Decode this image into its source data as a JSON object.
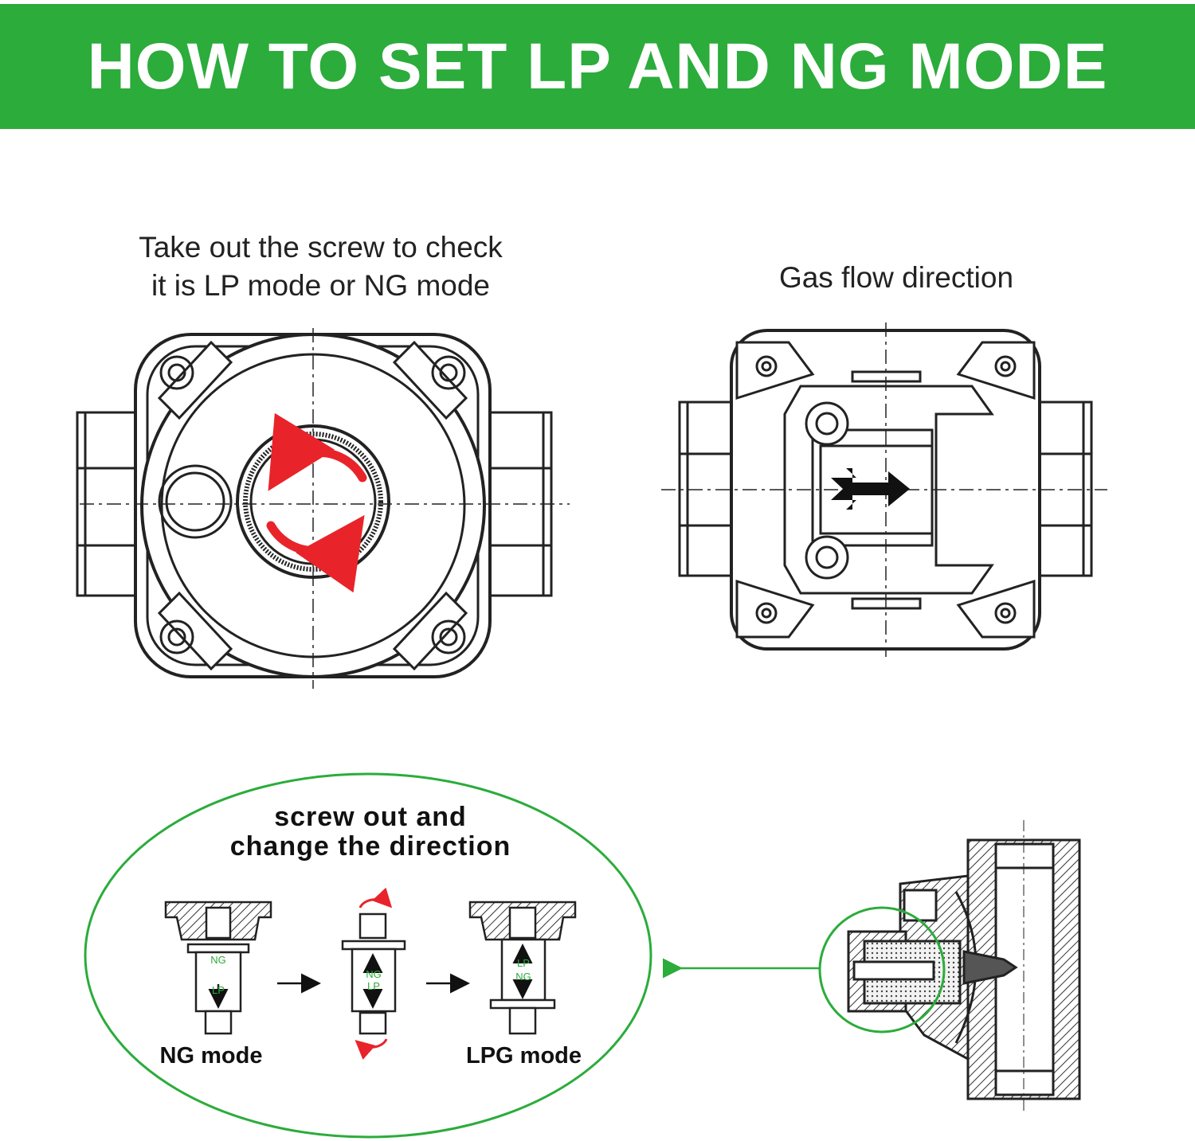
{
  "header": {
    "title": "HOW TO SET LP AND NG MODE",
    "bg_color": "#2bac3b"
  },
  "top_left": {
    "caption_line1": "Take out the screw to check",
    "caption_line2": "it is LP mode or NG mode"
  },
  "top_right": {
    "caption": "Gas flow direction"
  },
  "detail": {
    "title_line1": "screw out and",
    "title_line2": "change the direction",
    "ng_mode_label": "NG mode",
    "lpg_mode_label": "LPG mode",
    "tag_ng": "NG",
    "tag_lp": "LP"
  },
  "colors": {
    "accent_green": "#2bac3b",
    "arrow_red": "#e8242a",
    "line": "#222222"
  }
}
